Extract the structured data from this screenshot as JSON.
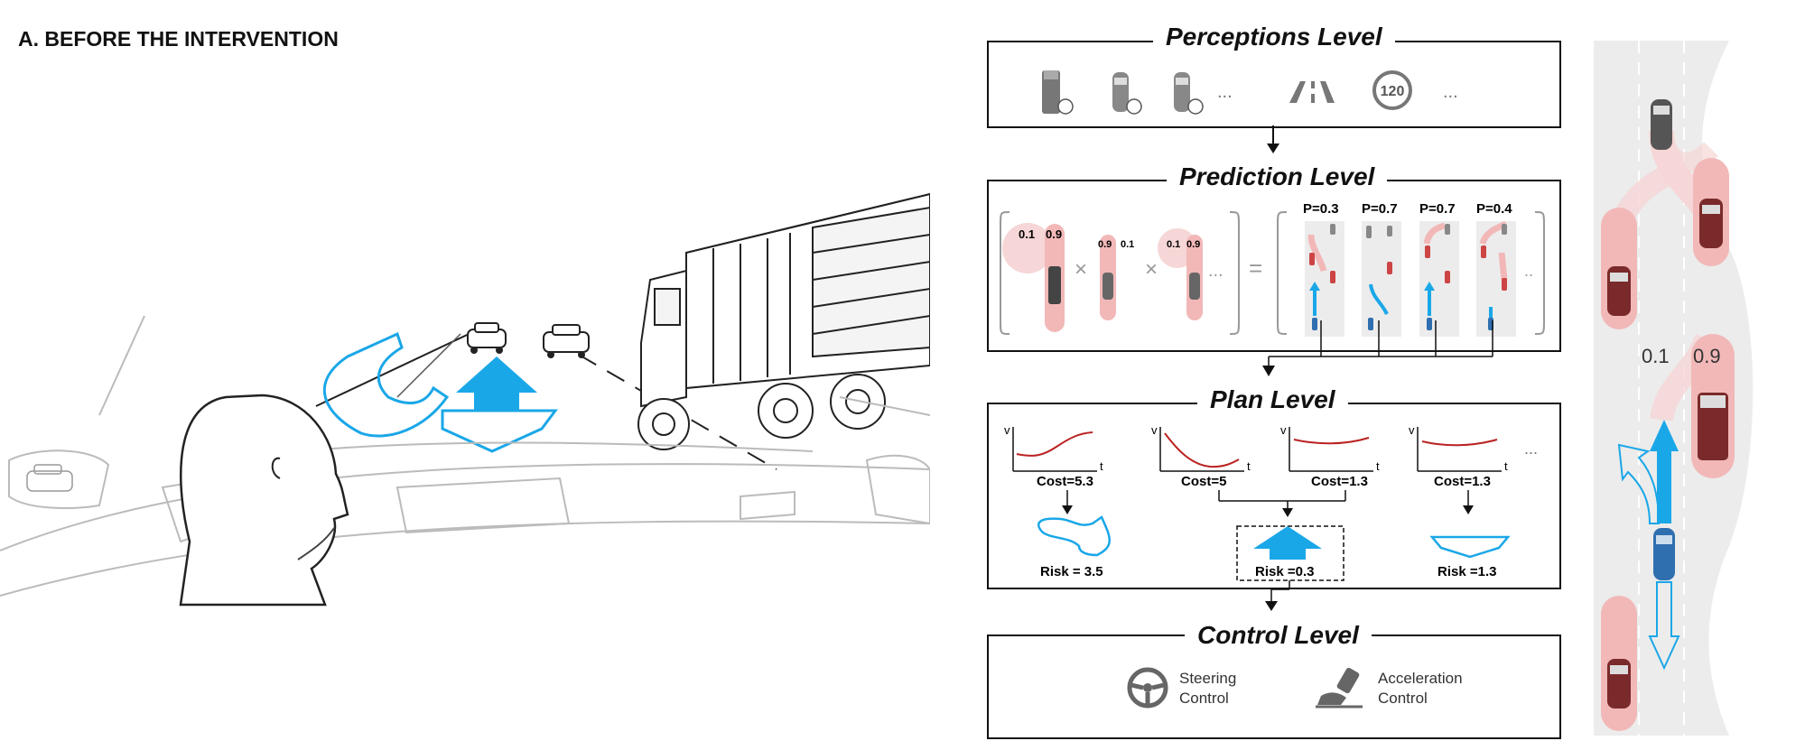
{
  "section": {
    "title": "A. BEFORE THE INTERVENTION"
  },
  "perception": {
    "title": "Perceptions Level",
    "ellipsis_1": "...",
    "ellipsis_2": "...",
    "speed_sign": "120"
  },
  "prediction": {
    "title": "Prediction Level",
    "prob_pairs": [
      {
        "left": "0.1",
        "right": "0.9"
      },
      {
        "left": "0.9",
        "right": "0.1"
      },
      {
        "left": "0.1",
        "right": "0.9"
      }
    ],
    "times_symbol": "×",
    "equals_symbol": "=",
    "ellipsis": "...",
    "ellipsis_right": "..",
    "outcomes": [
      "P=0.3",
      "P=0.7",
      "P=0.7",
      "P=0.4"
    ]
  },
  "plan": {
    "title": "Plan Level",
    "axis_v": "v",
    "axis_t": "t",
    "costs": [
      "Cost=5.3",
      "Cost=5",
      "Cost=1.3",
      "Cost=1.3"
    ],
    "risks": [
      "Risk = 3.5",
      "Risk =0.3",
      "Risk =1.3"
    ],
    "ellipsis": "..."
  },
  "control": {
    "title": "Control Level",
    "steering": {
      "line1": "Steering",
      "line2": "Control"
    },
    "acceleration": {
      "line1": "Acceleration",
      "line2": "Control"
    }
  },
  "road": {
    "prob_left": "0.1",
    "prob_right": "0.9"
  },
  "colors": {
    "blue": "#1aa7e8",
    "red": "#d33b3b",
    "pink": "#f2b8b8",
    "road": "#ececec",
    "dark_blue": "#2f6fb0"
  }
}
